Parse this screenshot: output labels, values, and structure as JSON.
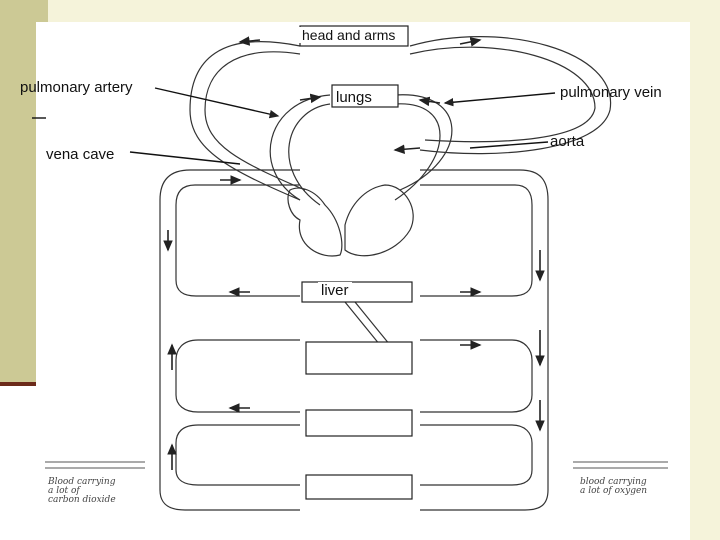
{
  "labels": {
    "head_and_arms": "head and arms",
    "pulmonary_artery": "pulmonary artery",
    "lungs": "lungs",
    "pulmonary_vein": "pulmonary vein",
    "vena_cave": "vena cave",
    "aorta": "aorta",
    "liver": "liver"
  },
  "legend": {
    "left": [
      "Blood carrying",
      "a lot of",
      "carbon dioxide"
    ],
    "right": [
      "blood carrying",
      "a lot of oxygen"
    ]
  },
  "colors": {
    "background": "#ffffff",
    "sidebar": "#ccc995",
    "accent_line": "#6b2a1a"
  }
}
